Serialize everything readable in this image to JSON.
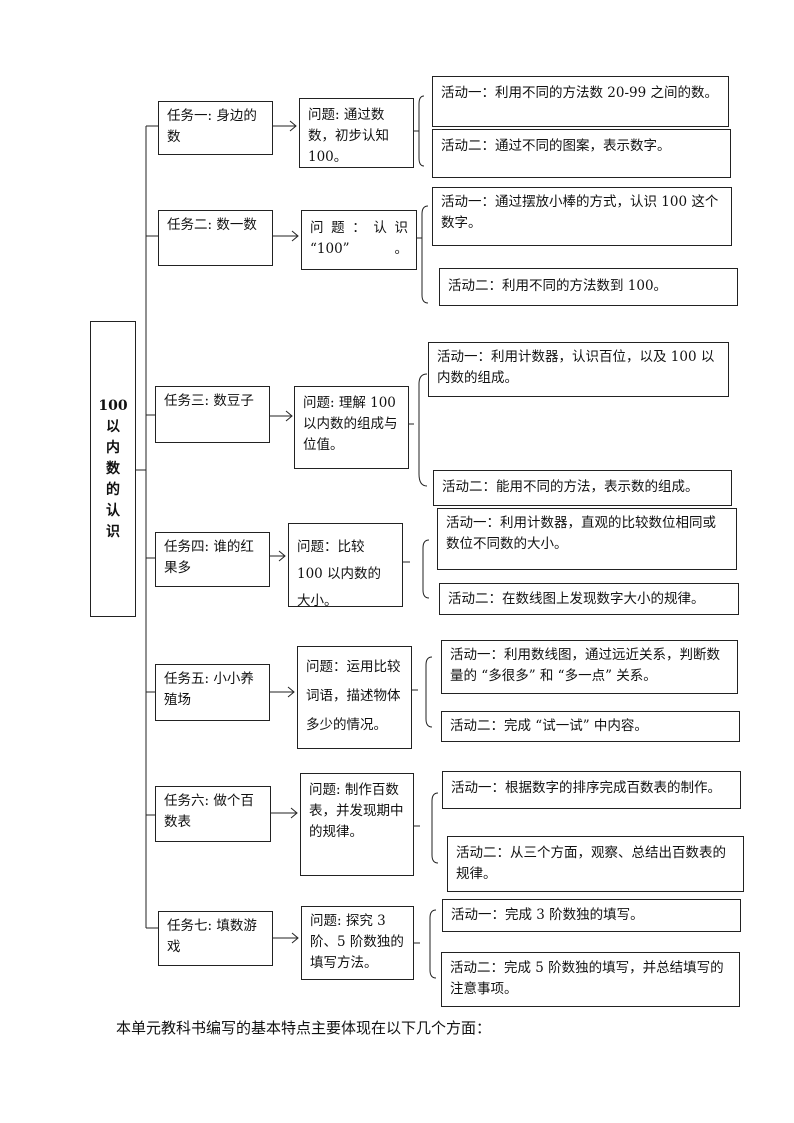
{
  "root": {
    "title_num": "100",
    "title_chars": [
      "以",
      "内",
      "数",
      "的",
      "认",
      "识"
    ]
  },
  "tasks": [
    {
      "task": "任务一: 身边的数",
      "question": "问题: 通过数数，初步认知 100。",
      "activities": [
        "活动一：利用不同的方法数 20-99 之间的数。",
        "活动二：通过不同的图案，表示数字。"
      ]
    },
    {
      "task": "任务二: 数一数",
      "question": "问 题 ： 认 识 “100” 。",
      "activities": [
        "活动一：通过摆放小棒的方式，认识 100 这个数字。",
        "活动二：利用不同的方法数到 100。"
      ]
    },
    {
      "task": "任务三: 数豆子",
      "question": "问题: 理解 100 以内数的组成与位值。",
      "activities": [
        "活动一：利用计数器，认识百位，以及 100 以内数的组成。",
        "活动二：能用不同的方法，表示数的组成。"
      ]
    },
    {
      "task": "任务四: 谁的红果多",
      "question": "问题：比较 100 以内数的大小。",
      "activities": [
        "活动一：利用计数器，直观的比较数位相同或数位不同数的大小。",
        "活动二：在数线图上发现数字大小的规律。"
      ]
    },
    {
      "task": "任务五: 小小养殖场",
      "question": "问题：运用比较词语，描述物体多少的情况。",
      "activities": [
        "活动一：利用数线图，通过远近关系，判断数量的 “多很多” 和 “多一点” 关系。",
        "活动二：完成 “试一试” 中内容。"
      ]
    },
    {
      "task": "任务六: 做个百数表",
      "question": "问题: 制作百数表，并发现期中的规律。",
      "activities": [
        "活动一：根据数字的排序完成百数表的制作。",
        "活动二：从三个方面，观察、总结出百数表的规律。"
      ]
    },
    {
      "task": "任务七: 填数游戏",
      "question": "问题: 探究 3 阶、5 阶数独的填写方法。",
      "activities": [
        "活动一：完成 3 阶数独的填写。",
        "活动二：完成 5 阶数独的填写，并总结填写的注意事项。"
      ]
    }
  ],
  "footer": "本单元教科书编写的基本特点主要体现在以下几个方面："
}
